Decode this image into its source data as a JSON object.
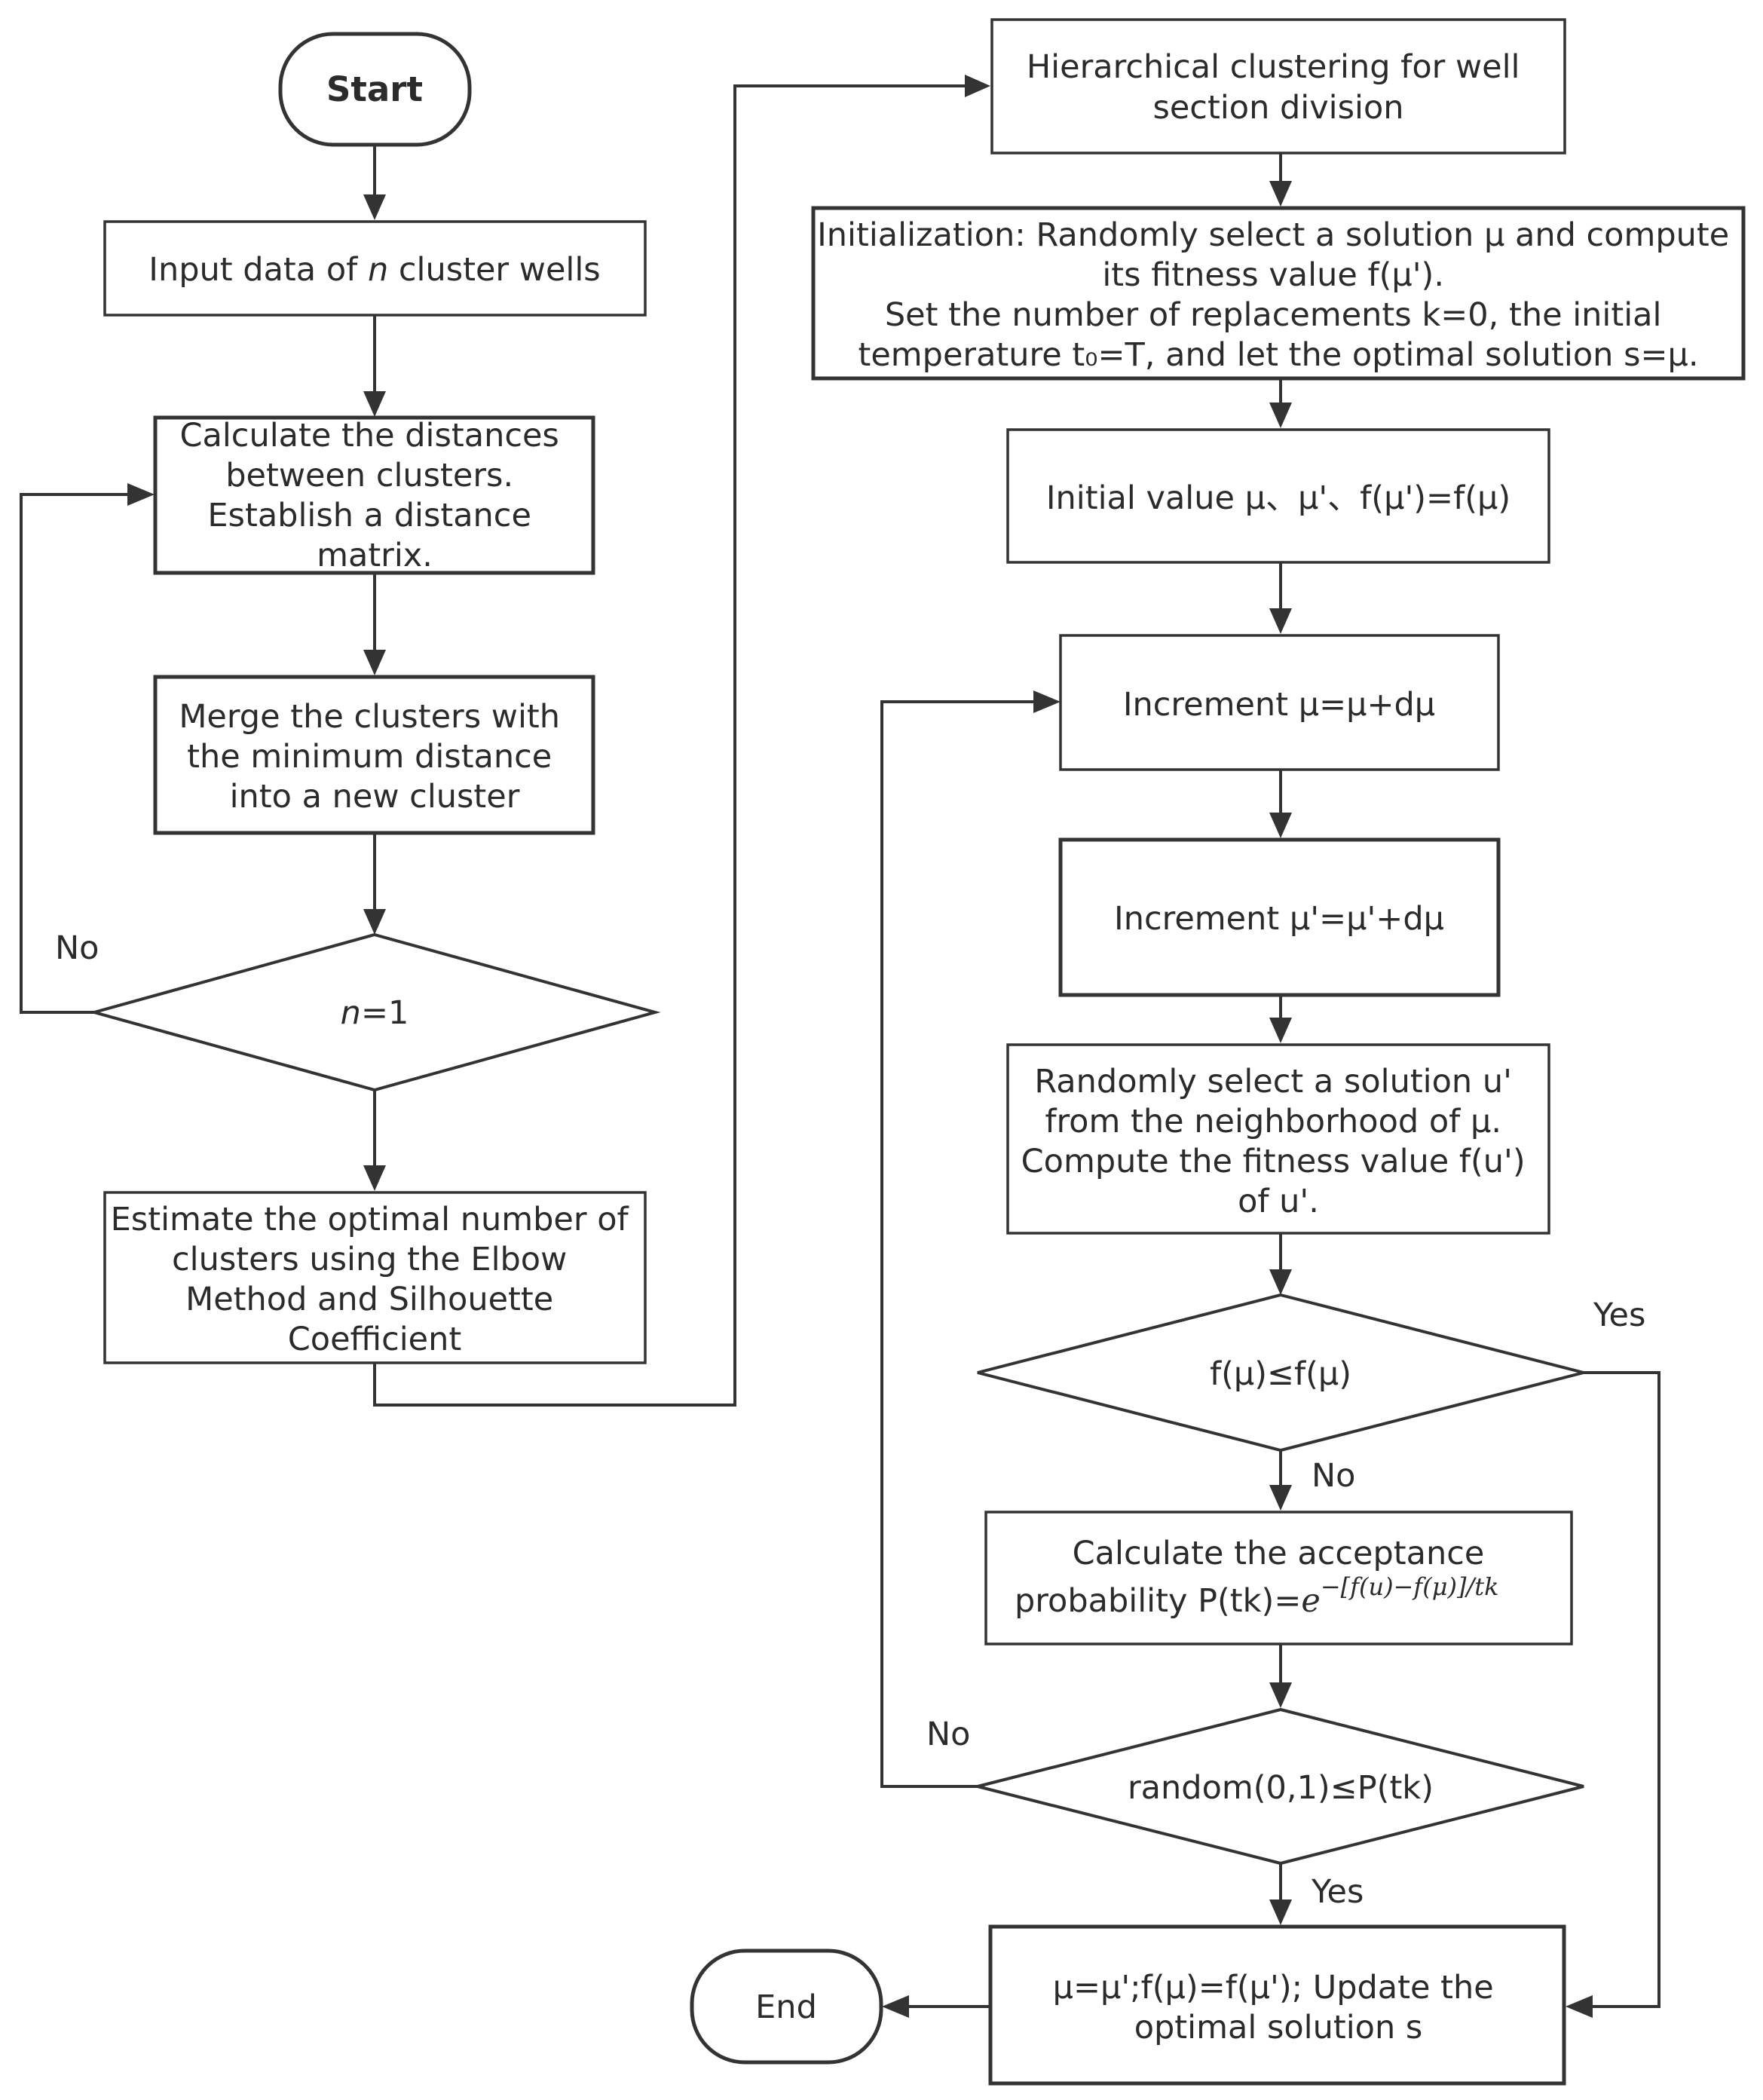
{
  "diagram": {
    "left": {
      "start": "Start",
      "input": {
        "pre": "Input data of ",
        "var": "n",
        "post": " cluster wells"
      },
      "calc": [
        "Calculate the distances",
        "between clusters.",
        "Establish a distance",
        "matrix."
      ],
      "merge": [
        "Merge the clusters with",
        "the minimum distance",
        "into a new cluster"
      ],
      "decision": {
        "var": "n",
        "rest": "=1"
      },
      "no_label": "No",
      "estimate": [
        "Estimate the optimal number of",
        "clusters using the Elbow",
        "Method and Silhouette",
        "Coefficient"
      ]
    },
    "right": {
      "hier": [
        "Hierarchical clustering for well",
        "section division"
      ],
      "init": [
        "Initialization: Randomly select a solution μ and compute",
        "its fitness value f(μ').",
        "Set the number of replacements k=0, the initial",
        "temperature t₀=T, and let the optimal solution s=μ."
      ],
      "initial_value": "Initial value μ、μ'、f(μ')=f(μ)",
      "incr1": "Increment μ=μ+dμ",
      "incr2": "Increment μ'=μ'+dμ",
      "random_select": [
        "Randomly select a solution u'",
        "from the neighborhood of μ.",
        "Compute the fitness value f(u')",
        "of u'."
      ],
      "cond1": "f(μ)≤f(μ)",
      "cond1_yes": "Yes",
      "cond1_no": "No",
      "accept": {
        "line1": "Calculate the acceptance",
        "line2_pre": "probability P(tk)=",
        "base": "e",
        "exponent": "−[f(u)−f(μ)]/tk"
      },
      "cond2": "random(0,1)≤P(tk)",
      "cond2_no": "No",
      "cond2_yes": "Yes",
      "update": [
        "μ=μ';f(μ)=f(μ'); Update the",
        "optimal solution s"
      ],
      "end": "End"
    }
  }
}
